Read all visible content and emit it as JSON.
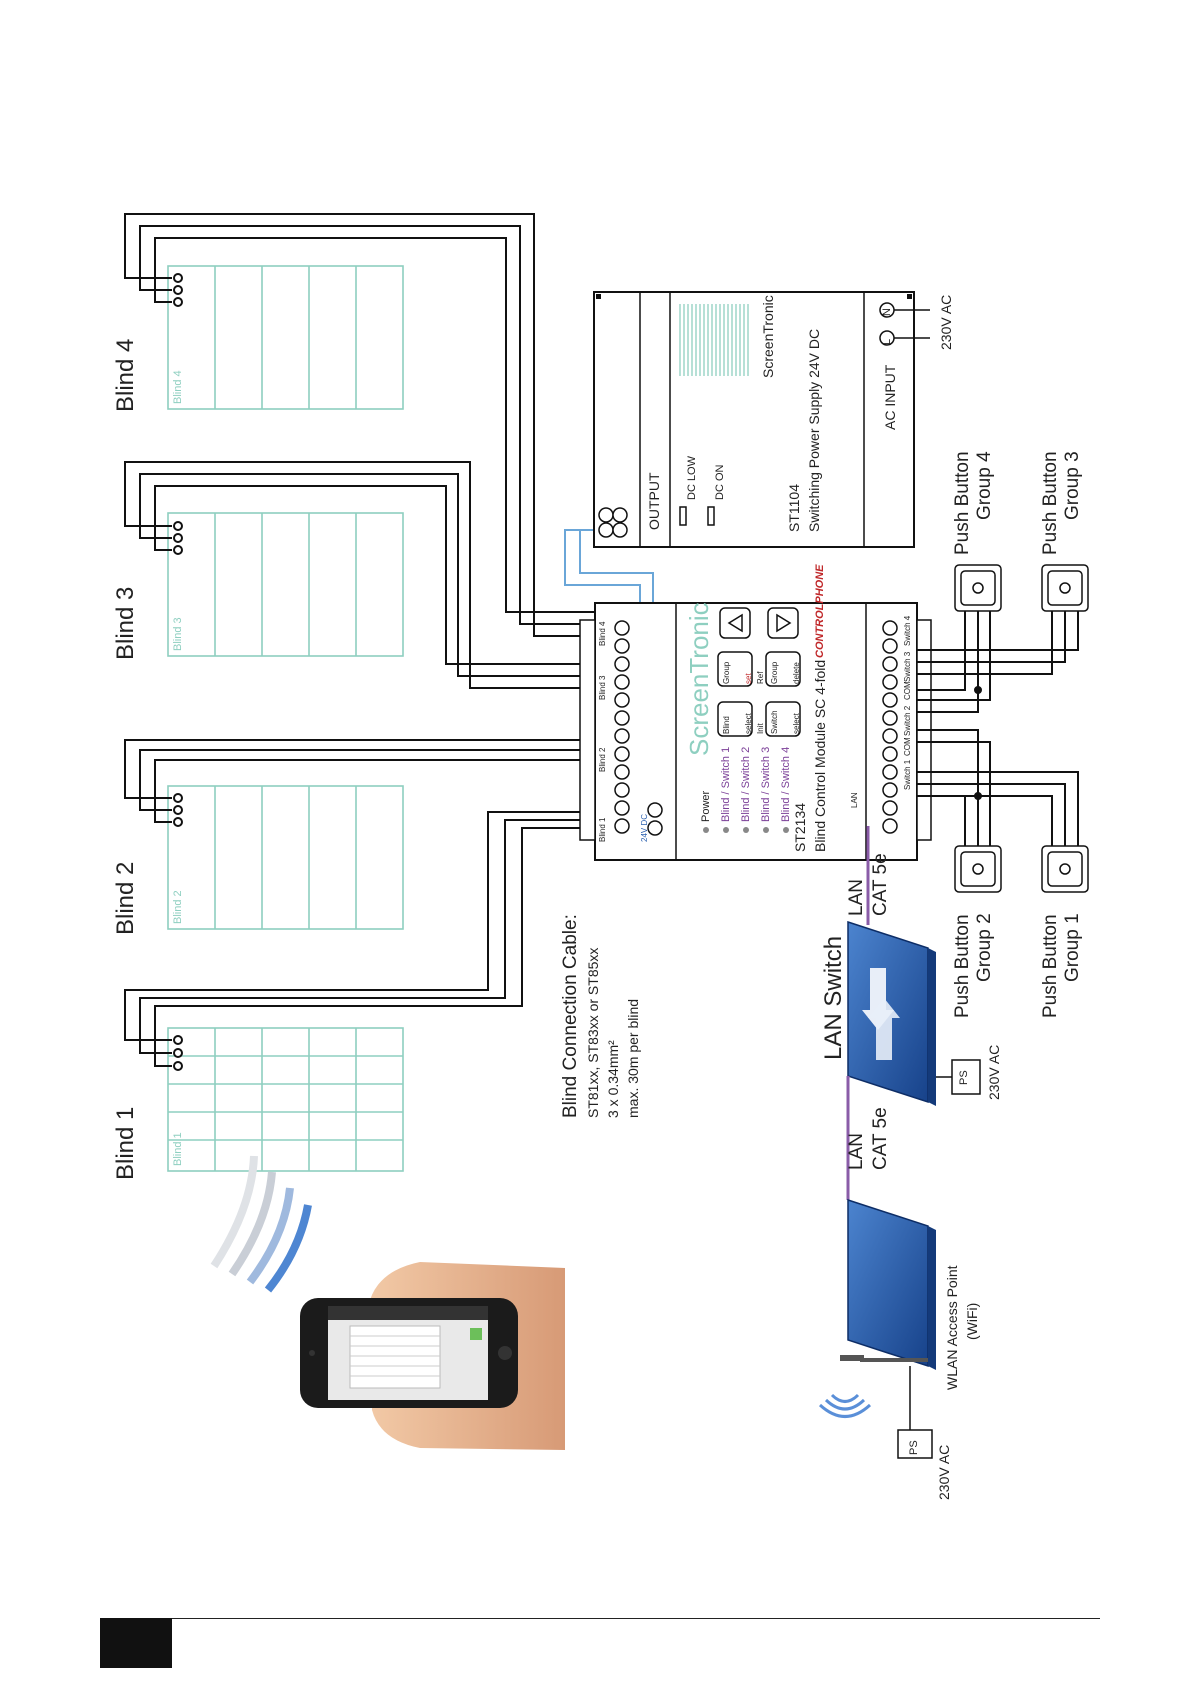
{
  "blinds": [
    {
      "title": "Blind 1",
      "inner": "Blind 1"
    },
    {
      "title": "Blind 2",
      "inner": "Blind 2"
    },
    {
      "title": "Blind 3",
      "inner": "Blind 3"
    },
    {
      "title": "Blind 4",
      "inner": "Blind 4"
    }
  ],
  "cable": {
    "title": "Blind Connection Cable:",
    "line1": "ST81xx, ST83xx or ST85xx",
    "line2": "3 x 0.34mm²",
    "line3": "max. 30m per blind"
  },
  "module": {
    "brand": "ScreenTronic",
    "model": "ST2134",
    "name": "Blind Control Module SC 4-fold",
    "logo": "CONTROLPHONE",
    "leds": [
      "Power",
      "Blind / Switch 1",
      "Blind / Switch 2",
      "Blind / Switch 3",
      "Blind / Switch 4"
    ],
    "btn_blind": "Blind",
    "btn_select": "select",
    "btn_group": "Group",
    "btn_set": "set",
    "btn_switch": "Switch",
    "btn_init": "Init",
    "btn_ref": "Ref",
    "btn_delete": "delete",
    "term_top": [
      "Blind 1",
      "24V DC",
      "Blind 2",
      "Blind 3",
      "Blind 4"
    ],
    "term_bottom": [
      "Switch 1",
      "COM",
      "Switch 2",
      "COM",
      "Switch 3",
      "Switch 4"
    ],
    "lan": "LAN"
  },
  "psu": {
    "model": "ST1104",
    "name": "Switching Power Supply 24V DC",
    "brand": "ScreenTronic",
    "output": "OUTPUT",
    "dc_low": "DC LOW",
    "dc_on": "DC ON",
    "ac_input": "AC INPUT",
    "ac": "230V AC",
    "terminal_L": "L",
    "terminal_N": "N"
  },
  "lan_switch": {
    "title": "LAN Switch",
    "ps": "PS",
    "ac": "230V AC"
  },
  "lan_links": [
    {
      "l1": "LAN",
      "l2": "CAT 5e"
    },
    {
      "l1": "LAN",
      "l2": "CAT 5e"
    }
  ],
  "wlan": {
    "title": "WLAN Access Point",
    "sub": "(WiFi)",
    "ps": "PS",
    "ac": "230V AC"
  },
  "push_buttons": [
    {
      "l1": "Push Button",
      "l2": "Group 1"
    },
    {
      "l1": "Push Button",
      "l2": "Group 2"
    },
    {
      "l1": "Push Button",
      "l2": "Group 3"
    },
    {
      "l1": "Push Button",
      "l2": "Group 4"
    }
  ],
  "colors": {
    "blind": "#8ecfc0",
    "wire": "#111111",
    "supply": "#6aa6d8",
    "lan": "#8a5ca8",
    "box_blue": "#2a5fae",
    "accent_red": "#c0282a"
  }
}
